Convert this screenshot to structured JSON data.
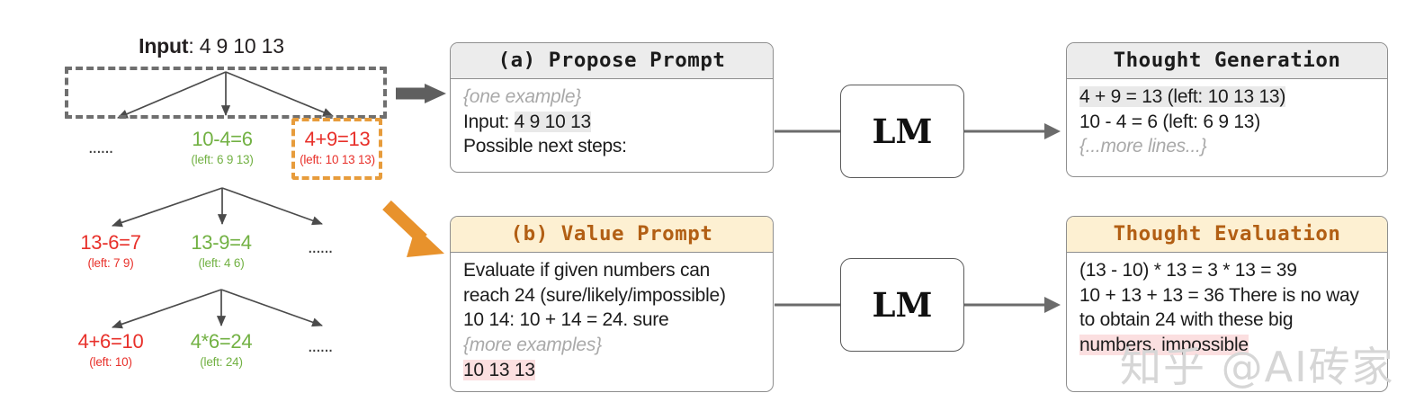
{
  "tree": {
    "title_label": "Input",
    "title_value": ": 4 9 10 13",
    "ellipsis": "......",
    "nodes": [
      {
        "id": "l1-left-dots",
        "expr": "......",
        "left": ""
      },
      {
        "id": "l1-mid",
        "expr": "10-4=6",
        "left": "(left: 6 9 13)",
        "color": "green"
      },
      {
        "id": "l1-right",
        "expr": "4+9=13",
        "left": "(left: 10 13 13)",
        "color": "red"
      },
      {
        "id": "l2-left",
        "expr": "13-6=7",
        "left": "(left: 7 9)",
        "color": "red"
      },
      {
        "id": "l2-mid",
        "expr": "13-9=4",
        "left": "(left: 4 6)",
        "color": "green"
      },
      {
        "id": "l2-right-dots",
        "expr": "......",
        "left": ""
      },
      {
        "id": "l3-left",
        "expr": "4+6=10",
        "left": "(left: 10)",
        "color": "red"
      },
      {
        "id": "l3-mid",
        "expr": "4*6=24",
        "left": "(left: 24)",
        "color": "green"
      },
      {
        "id": "l3-right-dots",
        "expr": "......",
        "left": ""
      }
    ]
  },
  "propose_prompt": {
    "header": "(a) Propose Prompt",
    "line1": "{one example}",
    "line2_prefix": "Input: ",
    "line2_highlight": "4 9 10 13",
    "line3": "Possible next steps:"
  },
  "value_prompt": {
    "header": "(b) Value Prompt",
    "line1": "Evaluate if given numbers can",
    "line2": "reach 24 (sure/likely/impossible)",
    "line3": "10 14: 10 + 14 = 24. sure",
    "line4": "{more examples}",
    "line5_highlight": "10 13 13"
  },
  "thought_generation": {
    "header": "Thought Generation",
    "line1_highlight": "4 + 9 = 13 (left: 10 13 13)",
    "line2": "10 - 4 = 6 (left: 6 9 13)",
    "line3": "{...more lines...}"
  },
  "thought_evaluation": {
    "header": "Thought Evaluation",
    "line1": "(13 - 10) * 13 = 3 * 13 = 39",
    "line2": "10 + 13 + 13 = 36 There is no way",
    "line3": "to obtain 24 with these big",
    "line4_highlight": "numbers. impossible"
  },
  "lm": {
    "label_top": "LM",
    "label_bottom": "LM"
  },
  "watermark": {
    "text": "知乎 @AI砖家"
  },
  "colors": {
    "green": "#72b143",
    "red": "#e8302a",
    "orange": "#e79c3c",
    "gray_dash": "#6f6f6f",
    "header_gray": "#ececec",
    "header_cream": "#fdf0d2",
    "header_cream_text": "#b25f14",
    "highlight_gray": "#e9e9e9",
    "highlight_pink": "#fbdfe0",
    "wire": "#5a5a5a"
  }
}
